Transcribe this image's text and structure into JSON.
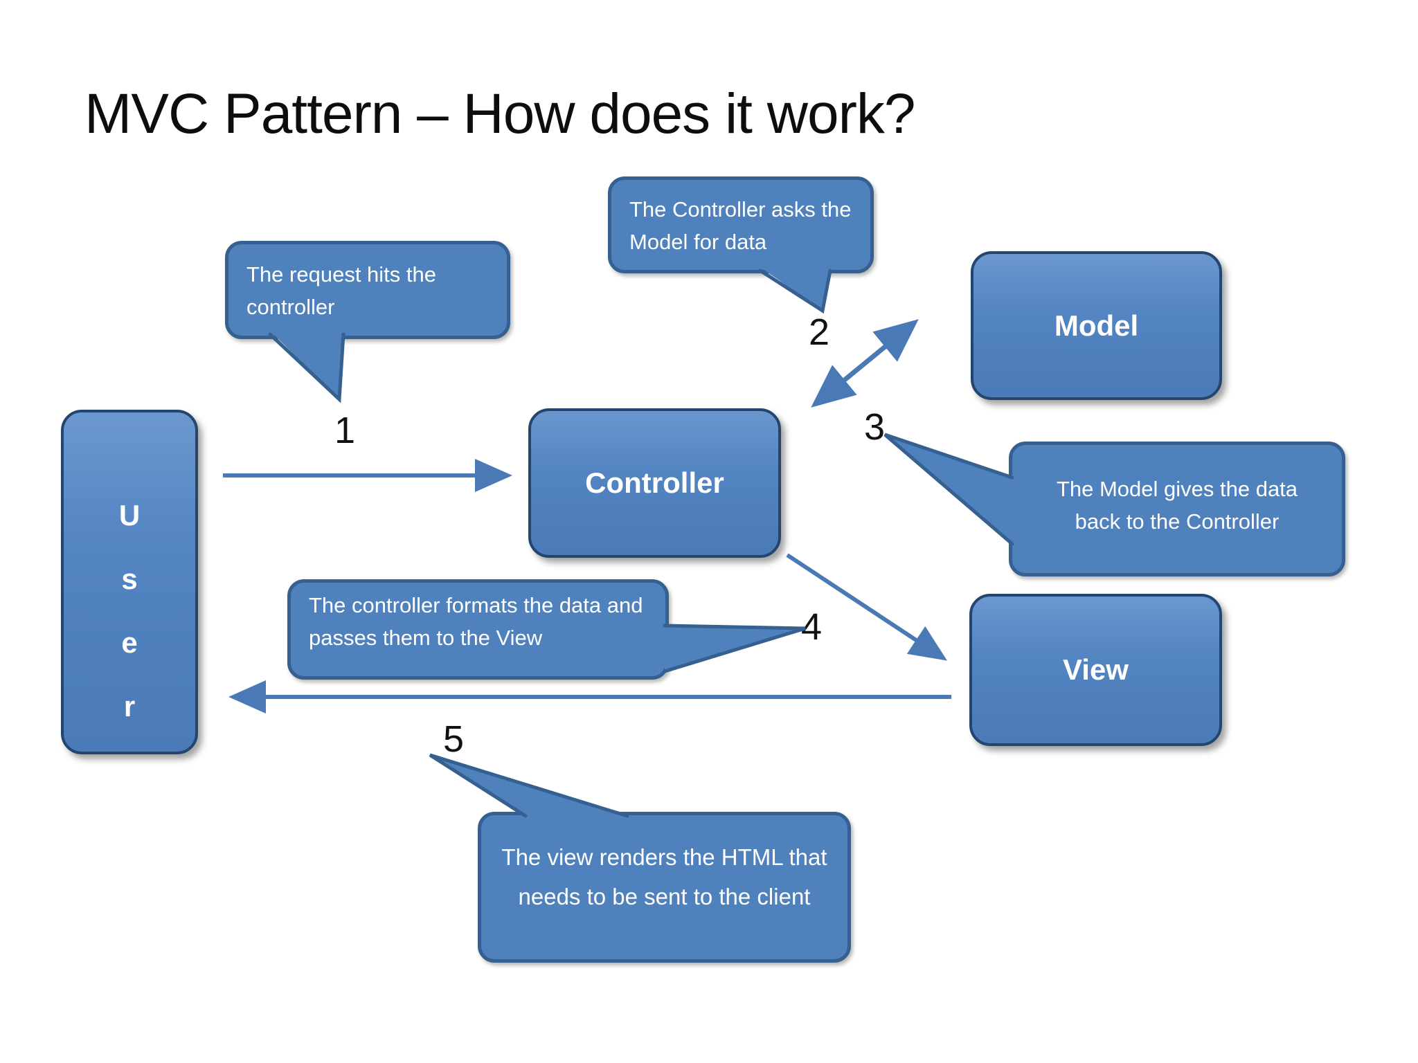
{
  "slide": {
    "title": "MVC Pattern – How does it work?"
  },
  "nodes": {
    "user": {
      "label": "User",
      "letters": [
        "U",
        "s",
        "e",
        "r"
      ]
    },
    "controller": {
      "label": "Controller"
    },
    "model": {
      "label": "Model"
    },
    "view": {
      "label": "View"
    }
  },
  "steps": [
    {
      "number": "1",
      "description": "The request hits the controller"
    },
    {
      "number": "2",
      "description": "The Controller asks the Model for data"
    },
    {
      "number": "3",
      "description": "The Model gives the data back to the Controller"
    },
    {
      "number": "4",
      "description": "The controller formats the data and passes them to the View"
    },
    {
      "number": "5",
      "description": "The view renders the HTML that needs to be sent to the client"
    }
  ],
  "arrows": [
    {
      "name": "user-to-controller",
      "step": "1",
      "direction": "right"
    },
    {
      "name": "controller-model",
      "step": "2",
      "direction": "both"
    },
    {
      "name": "controller-to-view",
      "step": "4",
      "direction": "down-right"
    },
    {
      "name": "view-to-user",
      "step": "5",
      "direction": "left"
    }
  ],
  "colors": {
    "node_fill": "#4f81bd",
    "node_border": "#24466e",
    "callout_fill": "#4f81bd",
    "callout_border": "#35608f",
    "arrow": "#4a7ab5",
    "node_text": "#ffffff",
    "title_text": "#0d0d0d"
  }
}
